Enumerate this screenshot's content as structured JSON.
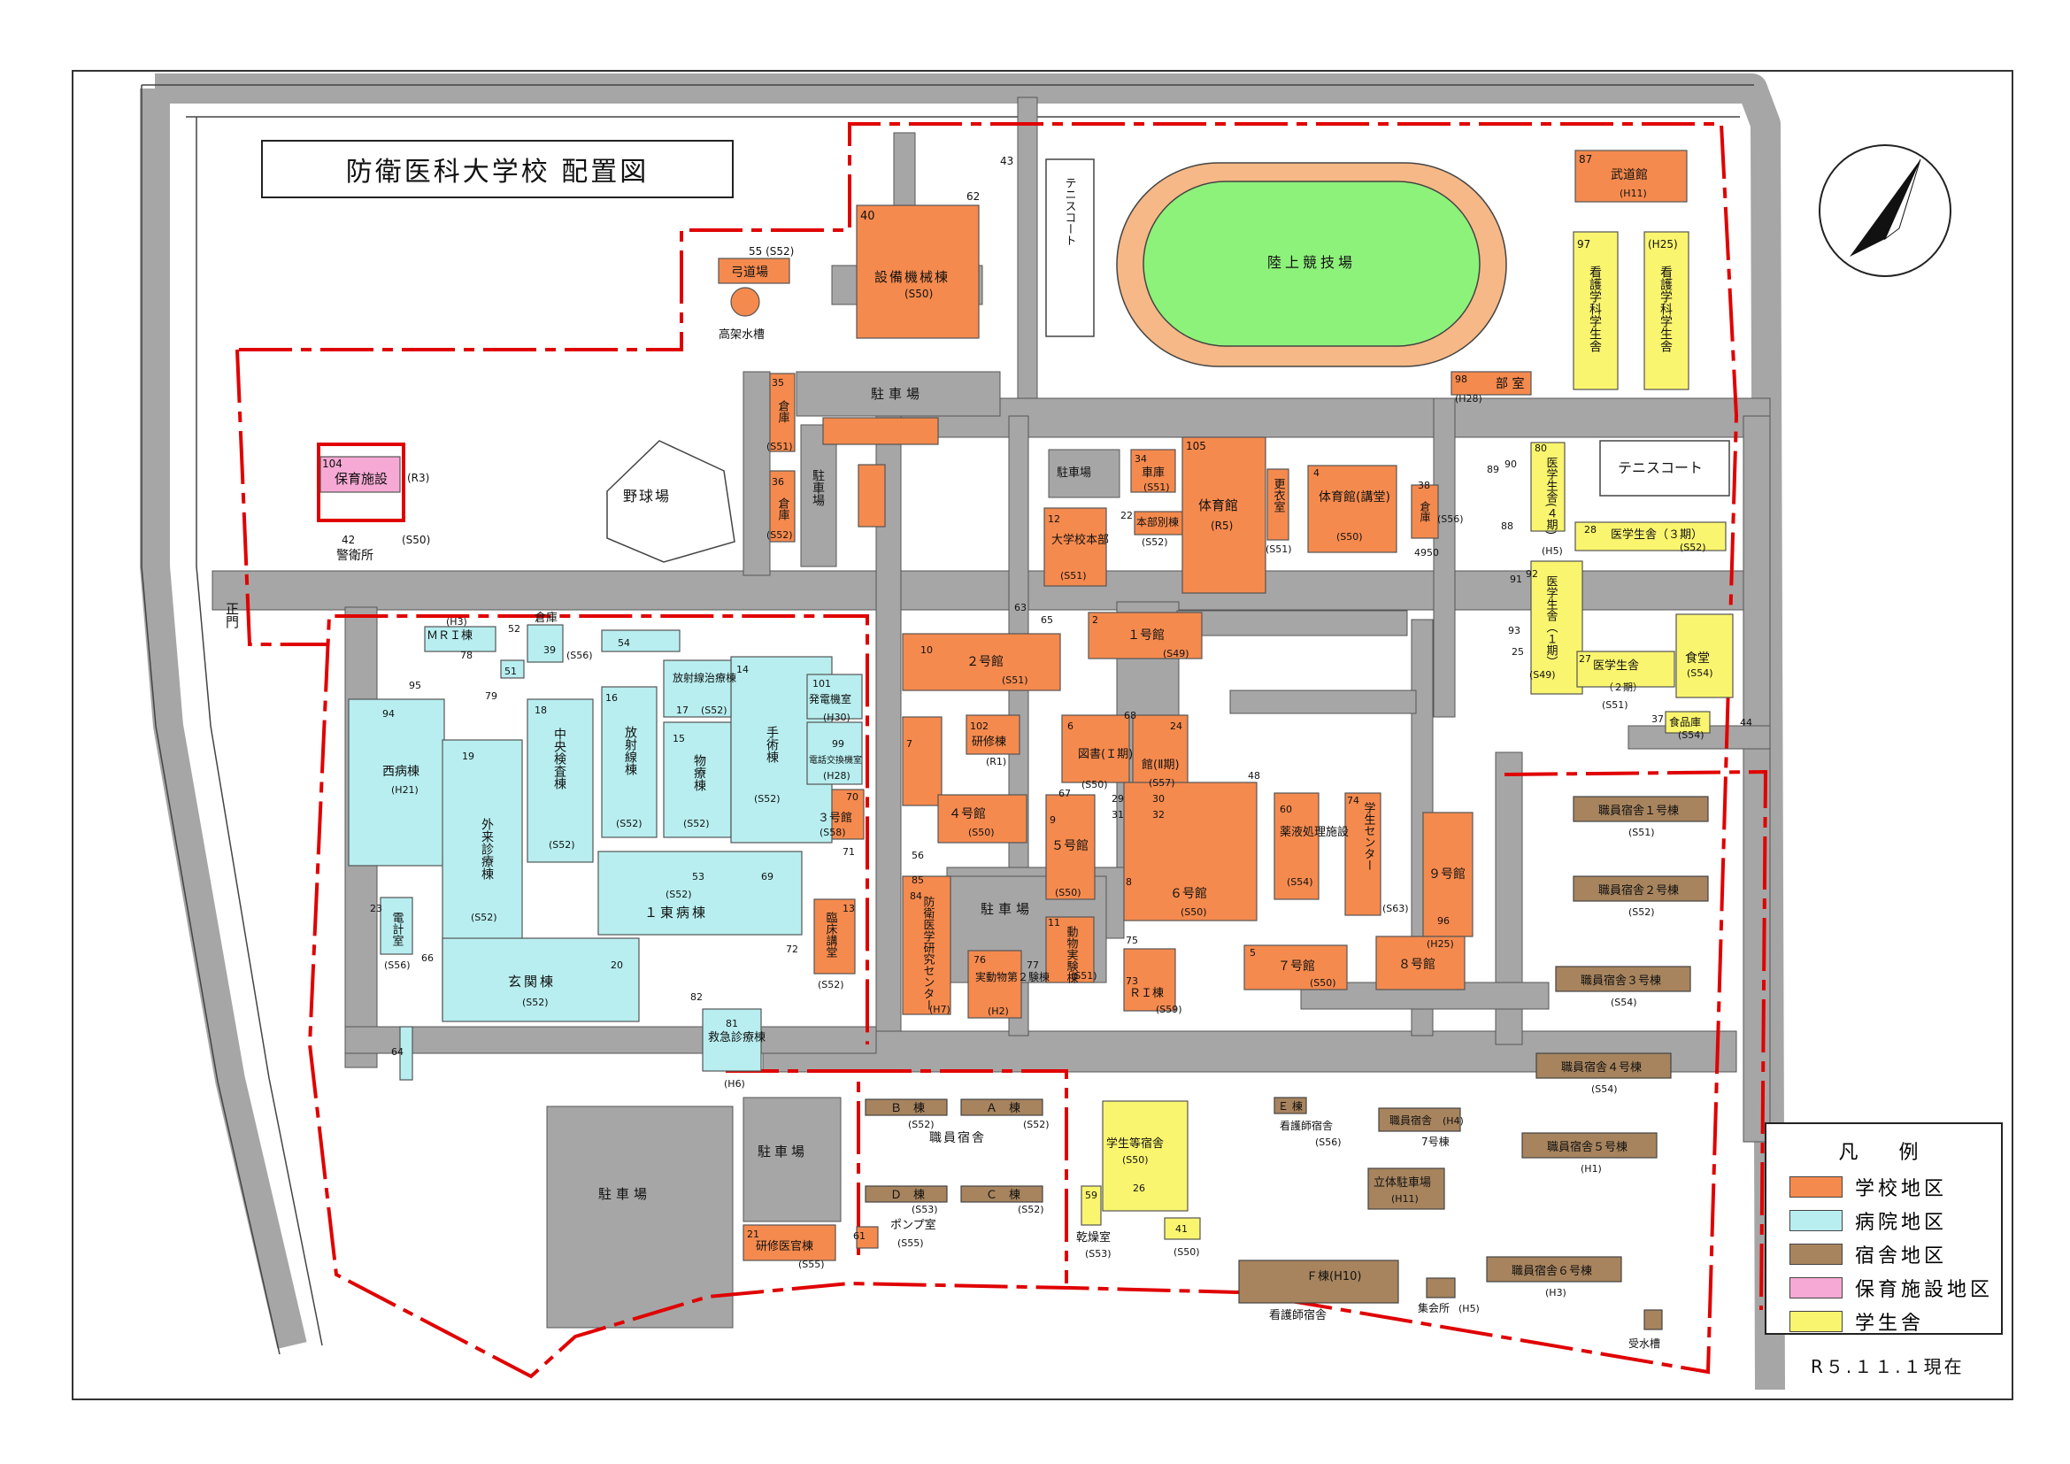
{
  "title": "防衛医科大学校 配置図",
  "as_of": "R５.１１.１現在",
  "colors": {
    "school": "#F58A4E",
    "hospital": "#B8EEF0",
    "dormitory": "#A7845E",
    "childcare": "#F6A9D4",
    "student_dorm": "#FAF56E",
    "road": "#A6A6A6",
    "boundary": "#E00000",
    "field_green": "#8DF27A",
    "track": "#F5B886"
  },
  "legend": {
    "title": "凡　例",
    "items": [
      {
        "label": "学校地区",
        "color": "#F58A4E"
      },
      {
        "label": "病院地区",
        "color": "#B8EEF0"
      },
      {
        "label": "宿舎地区",
        "color": "#A7845E"
      },
      {
        "label": "保育施設地区",
        "color": "#F6A9D4"
      },
      {
        "label": "学生舎",
        "color": "#FAF56E"
      }
    ]
  },
  "labels": {
    "shomon": "正門",
    "tennis1": "テニスコート",
    "tennis2": "テニスコート",
    "track_field": "陸上競技場",
    "baseball": "野球場",
    "kyudo": "弓道場",
    "kyudo_no": "55 (S52)",
    "tower": "高架水槽",
    "setsubi": "設備機械棟",
    "setsubi_no": "40",
    "setsubi_yr": "(S50)",
    "n62": "62",
    "n43": "43",
    "parking_n": "駐車場",
    "parking_n2": "駐車場",
    "parking_c": "駐車場",
    "parking_mid": "駐車場",
    "parking_s": "駐車場",
    "parking_s2": "駐車場",
    "budokan": "武道館",
    "budokan_no": "87",
    "budokan_yr": "(H11)",
    "kango1": "看護学科学生舎",
    "kango1_no": "97",
    "kango2": "看護学科学生舎",
    "kango2_yr": "(H25)",
    "bushitsu": "部 室",
    "bushitsu_no": "98",
    "bushitsu_yr": "(H28)",
    "hoiku": "保育施設",
    "hoiku_no": "104",
    "hoiku_yr": "(R3)",
    "keiei": "警衛所",
    "keiei_no": "42",
    "keiei_yr": "(S50)",
    "soko35": "倉庫",
    "soko35_no": "35",
    "soko35_yr": "(S51)",
    "soko36": "倉庫",
    "soko36_no": "36",
    "soko36_yr": "(S52)",
    "shako": "車庫",
    "shako_no": "34",
    "shako_yr": "(S51)",
    "honbu_betsu": "本部別棟",
    "honbu_betsu_no": "22",
    "honbu_betsu_yr": "(S52)",
    "honbu": "大学校本部",
    "honbu_no": "12",
    "honbu_yr": "(S51)",
    "taiikukan": "体育館",
    "taiikukan_no": "105",
    "taiikukan_yr": "(R5)",
    "koui": "更衣室",
    "koui_yr": "(S51)",
    "taiikukan2": "体育館(講堂)",
    "taiikukan2_no": "4",
    "taiikukan2_yr": "(S50)",
    "soko38": "倉庫",
    "soko38_no": "38",
    "soko38_yr": "(S56)",
    "n89": "89",
    "n90": "90",
    "n88": "88",
    "n4950": "4950",
    "gaku4": "医学生舎(４期)",
    "gaku4_no": "80",
    "gaku4_yr": "(H5)",
    "gaku3": "医学生舎（３期）",
    "gaku3_no": "28",
    "gaku3_yr": "(S52)",
    "gaku1": "医学生舎（１期）",
    "gaku1_no": "25",
    "gaku1_yr": "(S49)",
    "gaku2": "医学生舎",
    "gaku2_sub": "（２期）",
    "gaku2_no": "27",
    "gaku2_yr": "(S51)",
    "shokudo": "食堂",
    "shokudo_yr": "(S54)",
    "shokuhinko": "食品庫",
    "shokuhinko_no": "37",
    "shokuhinko_yr": "(S54)",
    "n44": "44",
    "n91": "91",
    "n92": "92",
    "n93": "93",
    "kan1": "１号館",
    "kan1_no": "2",
    "kan1_yr": "(S49)",
    "kan2": "２号館",
    "kan2_no": "10",
    "kan2_yr": "(S51)",
    "n63": "63",
    "n65": "65",
    "kenshu": "研修棟",
    "kenshu_no": "102",
    "kenshu_yr": "(R1)",
    "tosho1": "図書(Ｉ期)",
    "tosho1_no": "6",
    "tosho1_yr": "(S50)",
    "tosho2": "館(Ⅱ期)",
    "tosho2_no": "24",
    "tosho2_yr": "(S57)",
    "n68": "68",
    "n48": "48",
    "kan4": "４号館",
    "kan4_no": "7",
    "kan4_yr": "(S50)",
    "kan5": "５号館",
    "kan5_no": "9",
    "kan5_yr": "(S50)",
    "n67": "67",
    "n29": "29",
    "n30": "30",
    "n31": "31",
    "n32": "32",
    "kan6": "６号館",
    "kan6_no": "8",
    "kan6_yr": "(S50)",
    "yakueki": "薬液処理施設",
    "yakueki_no": "60",
    "yakueki_yr": "(S54)",
    "center": "学生センター",
    "center_no": "74",
    "center_yr": "(S63)",
    "kan9": "９号館",
    "kan9_no": "96",
    "kan9_yr": "(H25)",
    "kan8": "８号館",
    "kan7": "７号館",
    "kan7_no": "5",
    "kan7_yr": "(S50)",
    "kan3": "３号館",
    "kan3_no": "70",
    "kan3_yr": "(S58)",
    "n71": "71",
    "rinsho": "臨床講堂",
    "rinsho_no": "13",
    "rinsho_yr": "(S52)",
    "boei": "防衛医学研究センター",
    "boei_no": "84",
    "boei_yr": "(H7)",
    "n56": "56",
    "n85": "85",
    "jikken2": "実動物第２験棟",
    "jikken2_no": "76",
    "jikken2_yr": "(H2)",
    "n77": "77",
    "dobutsu": "動物実験棟",
    "dobutsu_no": "11",
    "dobutsu_yr": "(S51)",
    "ri": "ＲＩ棟",
    "ri_no": "73",
    "ri_yr": "(S59)",
    "n75": "75",
    "mri": "ＭＲＩ棟",
    "mri_yr": "(H3)",
    "n78": "78",
    "n52": "52",
    "soko": "倉庫",
    "soko_no": "39",
    "soko_yr": "(S56)",
    "n51": "51",
    "n54": "54",
    "n95": "95",
    "n79": "79",
    "hoshasen_chiryo": "放射線治療棟",
    "n17": "17",
    "hoshasen_chiryo_yr": "(S52)",
    "hatsuden": "発電機室",
    "hatsuden_no": "101",
    "hatsuden_yr": "(H30)",
    "denki": "電話交換機室",
    "denki_no": "99",
    "denki_yr": "(H28)",
    "nishi": "西病棟",
    "nishi_no": "94",
    "nishi_yr": "(H21)",
    "gairai": "外来診療棟",
    "gairai_no": "19",
    "gairai_yr": "(S52)",
    "chuo": "中央検査棟",
    "chuo_no": "18",
    "chuo_yr": "(S52)",
    "hoshasen": "放射線棟",
    "hoshasen_no": "16",
    "hoshasen_yr": "(S52)",
    "butsuryo": "物療棟",
    "butsuryo_no": "15",
    "butsuryo_yr": "(S52)",
    "shujutsu": "手術棟",
    "shujutsu_no": "14",
    "shujutsu_yr": "(S52)",
    "n53": "53",
    "n69": "69",
    "higashi": "１東病棟",
    "higashi_yr": "(S52)",
    "genkan": "玄関棟",
    "genkan_no": "20",
    "genkan_yr": "(S52)",
    "n72": "72",
    "denki_shitsu": "電計室",
    "denki_shitsu_no": "23",
    "denki_shitsu_yr": "(S56)",
    "n66": "66",
    "n82": "82",
    "kyukyu": "救急診療棟",
    "kyukyu_no": "81",
    "kyukyu_yr": "(H6)",
    "n64": "64",
    "kenshui": "研修医官棟",
    "kenshui_no": "21",
    "kenshui_yr": "(S55)",
    "pump": "ポンプ室",
    "pump_no": "61",
    "pump_yr": "(S55)",
    "b_to": "Ｂ　棟",
    "a_to": "Ａ　棟",
    "b_yr": "(S52)",
    "a_yr": "(S52)",
    "shokuin_shukusha": "職員宿舎",
    "d_to": "Ｄ　棟",
    "c_to": "Ｃ　棟",
    "d_yr": "(S53)",
    "c_yr": "(S52)",
    "gakusei_shukusha": "学生等宿舎",
    "gakusei_shukusha_yr": "(S50)",
    "gakusei_shukusha_no": "26",
    "kanso": "乾燥室",
    "kanso_no": "59",
    "kanso_yr": "(S53)",
    "n41": "41",
    "n41_yr": "(S50)",
    "e_to": "Ｅ 棟",
    "kangoshi1": "看護師宿舎",
    "kangoshi1_yr": "(S56)",
    "to7": "7号棟",
    "shokuin_mei": "職員宿舎",
    "shokuin_mei_yr": "(H4)",
    "rittai": "立体駐車場",
    "rittai_yr": "(H11)",
    "f_to": "Ｆ棟(H10)",
    "kangoshi2": "看護師宿舎",
    "shukaijo": "集会所",
    "shukaijo_yr": "(H5)",
    "jusui": "受水槽",
    "s1": "職員宿舎１号棟",
    "s1_yr": "(S51)",
    "s2": "職員宿舎２号棟",
    "s2_yr": "(S52)",
    "s3": "職員宿舎３号棟",
    "s3_yr": "(S54)",
    "s4": "職員宿舎４号棟",
    "s4_yr": "(S54)",
    "s5": "職員宿舎５号棟",
    "s5_yr": "(H1)",
    "s6": "職員宿舎６号棟",
    "s6_yr": "(H3)"
  }
}
